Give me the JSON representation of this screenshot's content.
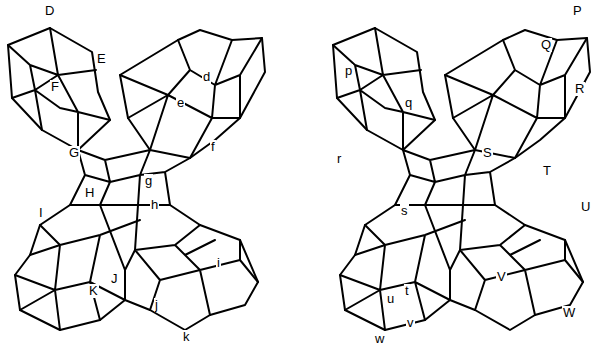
{
  "diagram": {
    "labels": [
      "D",
      "E",
      "F",
      "d",
      "e",
      "f",
      "G",
      "H",
      "g",
      "h",
      "I",
      "i",
      "J",
      "K",
      "j",
      "k",
      "P",
      "Q",
      "p",
      "R",
      "q",
      "r",
      "S",
      "T",
      "s",
      "U",
      "t",
      "u",
      "V",
      "w",
      "v",
      "W"
    ]
  }
}
